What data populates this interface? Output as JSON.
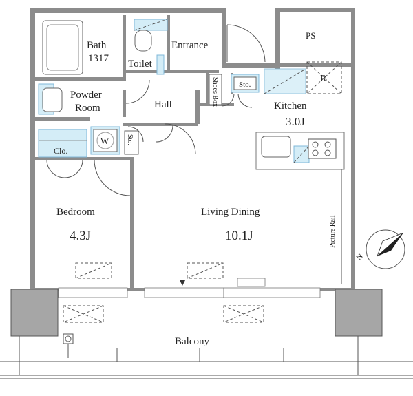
{
  "rooms": {
    "bath_label": "Bath",
    "bath_size": "1317",
    "toilet": "Toilet",
    "entrance": "Entrance",
    "ps": "PS",
    "powder_room_1": "Powder",
    "powder_room_2": "Room",
    "hall": "Hall",
    "shoes_box": "Shoes Box",
    "storage_1": "Sto.",
    "storage_2": "Sto.",
    "refrigerator": "R",
    "kitchen": "Kitchen",
    "kitchen_size": "3.0J",
    "closet": "Clo.",
    "washer": "W",
    "bedroom": "Bedroom",
    "bedroom_size": "4.3J",
    "living_dining": "Living Dining",
    "living_dining_size": "10.1J",
    "picture_rail": "Picture Rail",
    "balcony": "Balcony"
  },
  "compass": {
    "north_label": "N"
  },
  "colors": {
    "wall": "#8c8c8c",
    "fixture_blue": "#d4edf7",
    "outline": "#555555"
  }
}
